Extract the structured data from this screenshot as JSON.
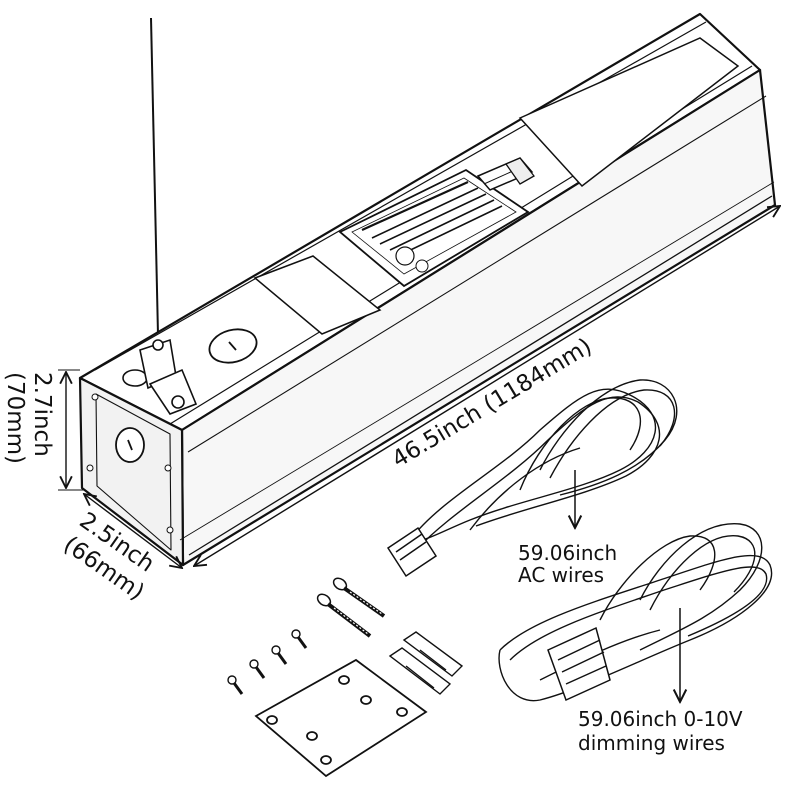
{
  "dimensions": {
    "height": {
      "imperial": "2.7inch",
      "metric": "(70mm)"
    },
    "width": {
      "imperial": "2.5inch",
      "metric": "(66mm)"
    },
    "length": "46.5inch (1184mm)"
  },
  "cables": {
    "ac": {
      "length": "59.06inch",
      "name": "AC wires"
    },
    "dimming": {
      "length": "59.06inch 0-10V",
      "name": "dimming wires"
    }
  },
  "colors": {
    "ink": "#111111",
    "paper": "#ffffff",
    "shade": "#f2f2f2"
  }
}
